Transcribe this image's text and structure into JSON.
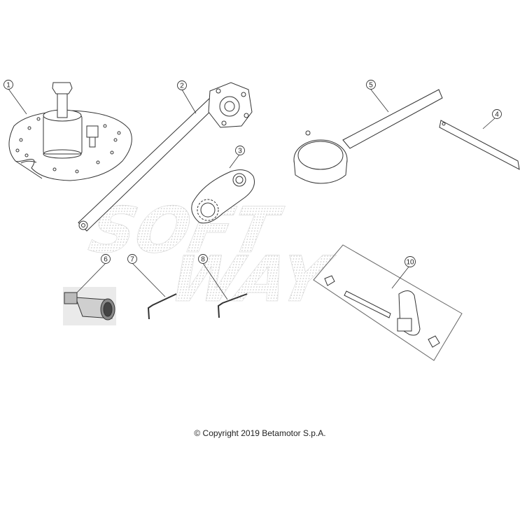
{
  "copyright": "© Copyright 2019 Betamotor S.p.A.",
  "watermark": {
    "line1": "SOFT",
    "line2": "WAY"
  },
  "callouts": [
    {
      "label": "1"
    },
    {
      "label": "2"
    },
    {
      "label": "3"
    },
    {
      "label": "4"
    },
    {
      "label": "5"
    },
    {
      "label": "6"
    },
    {
      "label": "7"
    },
    {
      "label": "8"
    },
    {
      "label": "10"
    }
  ],
  "colors": {
    "line": "#333333",
    "watermark": "#c8c8c8",
    "shade": "#d9d9d9"
  }
}
